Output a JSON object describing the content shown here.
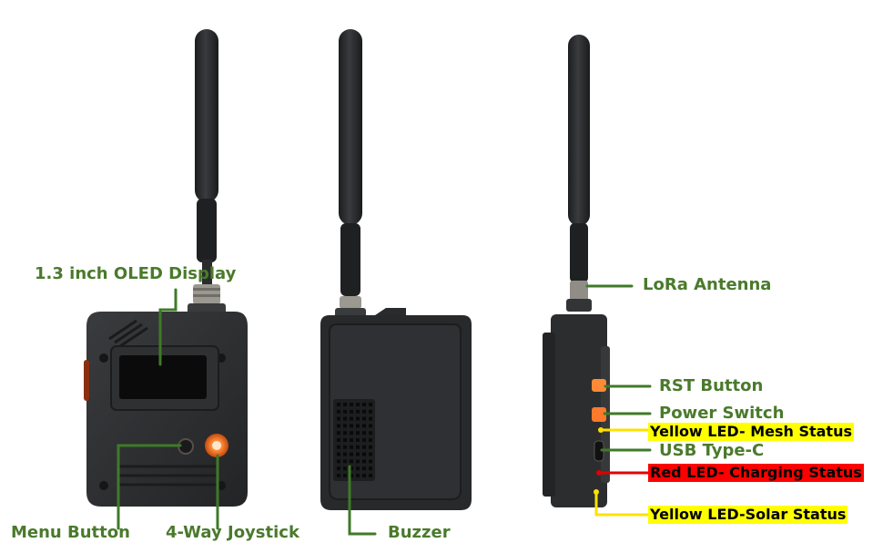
{
  "colors": {
    "label_green": "#4a7a2c",
    "leader_green": "#3f7a28",
    "device_body": "#2b2c2e",
    "highlight_yellow": "#ffff00",
    "highlight_red": "#ff0000",
    "led_yellow": "#ffe000",
    "led_red": "#e00000",
    "button_orange": "#ff7a2a"
  },
  "labels": {
    "oled_display": "1.3 inch OLED     Display",
    "menu_button": "Menu Button",
    "joystick": "4-Way Joystick",
    "buzzer": "Buzzer",
    "lora_antenna": "LoRa Antenna",
    "rst_button": "RST Button",
    "power_switch": "Power Switch",
    "yellow_led_mesh": "Yellow LED- Mesh Status",
    "usb_type_c": "USB Type-C",
    "red_led_charging": "Red LED- Charging Status",
    "yellow_led_solar": "Yellow LED-Solar Status"
  }
}
